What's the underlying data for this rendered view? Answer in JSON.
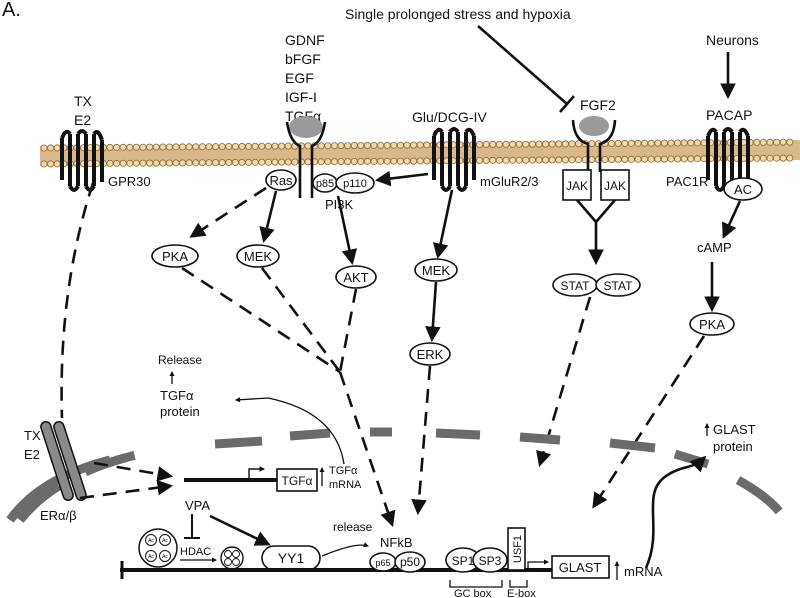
{
  "panel_label": "A.",
  "top_labels": {
    "stress": "Single prolonged stress and hypoxia",
    "neurons": "Neurons",
    "pacap": "PACAP",
    "fgf2": "FGF2",
    "glu": "Glu/DCG-IV",
    "tx": "TX",
    "e2": "E2"
  },
  "growth_factors": [
    "GDNF",
    "bFGF",
    "EGF",
    "IGF-I",
    "TGFα"
  ],
  "membrane_labels": {
    "gpr30": "GPR30",
    "ras": "Ras",
    "p85": "p85",
    "p110": "p110",
    "pi3k": "PI3K",
    "mglur": "mGluR2/3",
    "jak": "JAK",
    "pac1r": "PAC1R",
    "ac": "AC"
  },
  "cytoplasm": {
    "pka": "PKA",
    "mek": "MEK",
    "akt": "AKT",
    "mek2": "MEK",
    "erk": "ERK",
    "stat": "STAT",
    "camp": "cAMP",
    "pka2": "PKA",
    "release": "Release",
    "tgfa_protein_1": "TGFα",
    "tgfa_protein_2": "protein",
    "glast_protein_1": "GLAST",
    "glast_protein_2": "protein"
  },
  "nucleus": {
    "tx": "TX",
    "e2": "E2",
    "er": "ERα/β",
    "tgfa_gene": "TGFα",
    "tgfa_mrna_1": "TGFα",
    "tgfa_mrna_2": "mRNA",
    "vpa": "VPA",
    "hdac": "HDAC",
    "ac": "Ac",
    "yy1": "YY1",
    "release": "release",
    "nfkb": "NFkB",
    "p65": "p65",
    "p50": "p50",
    "sp1": "SP1",
    "sp3": "SP3",
    "usf1": "USF1",
    "glast": "GLAST",
    "mrna": "mRNA",
    "gc_box": "GC box",
    "e_box": "E-box"
  }
}
